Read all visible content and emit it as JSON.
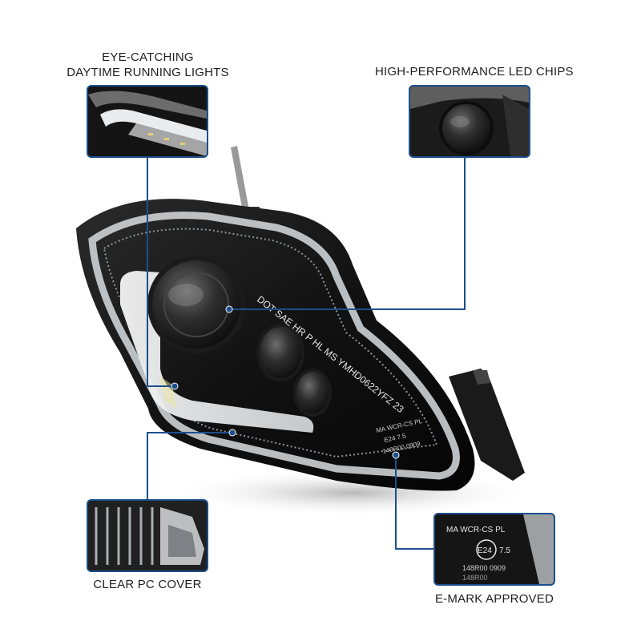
{
  "callouts": {
    "drl": {
      "line1": "EYE-CATCHING",
      "line2": "DAYTIME RUNNING LIGHTS"
    },
    "led": {
      "title": "HIGH-PERFORMANCE LED CHIPS"
    },
    "cover": {
      "title": "CLEAR PC COVER"
    },
    "emark": {
      "title": "E-MARK APPROVED"
    }
  },
  "lamp_markings": {
    "main_text": "DOT SAE HR P HL MS YMHD0622YFZ 23",
    "small_line1": "MA WCR-CS PL",
    "small_line2": "E24 7.5",
    "small_line3": "148R00 0909"
  },
  "emark_inset": {
    "line1": "MA WCR-CS PL",
    "badge": "E24",
    "badge_suffix": "7.5",
    "line3": "148R00 0909",
    "line4": "148R00"
  },
  "colors": {
    "callout_line": "#1c4f8c",
    "lamp_housing": "#151515",
    "lens_clear": "#d9dde0"
  }
}
